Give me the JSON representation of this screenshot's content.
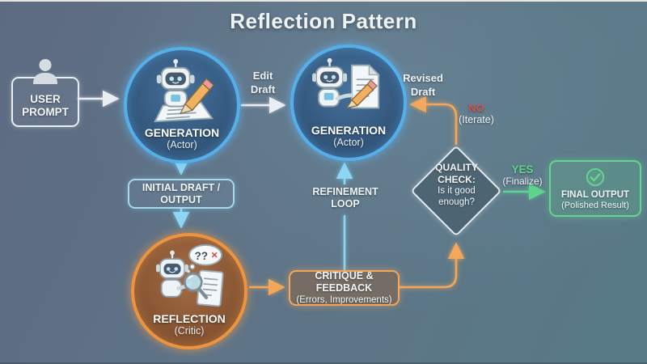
{
  "title": "Reflection Pattern",
  "colors": {
    "blue_accent": "#55b0ea",
    "cyan_edge": "#8fd6f2",
    "orange_accent": "#ec9440",
    "green_accent": "#5ed38c",
    "red_no": "#cd5750",
    "background_left": "#5d6b82",
    "background_right": "#577a86"
  },
  "nodes": {
    "user_prompt": {
      "line1": "USER",
      "line2": "PROMPT"
    },
    "generation_1": {
      "name": "GENERATION",
      "role": "(Actor)"
    },
    "generation_2": {
      "name": "GENERATION",
      "role": "(Actor)"
    },
    "initial_draft": {
      "line1": "INITIAL DRAFT /",
      "line2": "OUTPUT"
    },
    "reflection": {
      "name": "REFLECTION",
      "role": "(Critic)",
      "bubble_text": "??",
      "bubble_x": "✕"
    },
    "critique": {
      "title": "CRITIQUE & FEEDBACK",
      "subtitle": "(Errors, Improvements)"
    },
    "quality_check": {
      "line1": "QUALITY",
      "line2": "CHECK:",
      "line3": "Is it good",
      "line4": "enough?"
    },
    "final_output": {
      "name": "FINAL OUTPUT",
      "subtitle": "(Polished Result)"
    }
  },
  "edges": {
    "edit_draft": {
      "line1": "Edit",
      "line2": "Draft"
    },
    "revised_draft": {
      "line1": "Revised",
      "line2": "Draft"
    },
    "refinement_loop": {
      "line1": "REFINEMENT",
      "line2": "LOOP"
    },
    "no_branch": {
      "label": "NO",
      "sub": "(Iterate)"
    },
    "yes_branch": {
      "label": "YES",
      "sub": "(Finalize)"
    }
  }
}
